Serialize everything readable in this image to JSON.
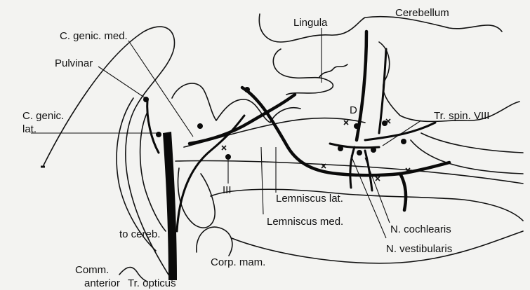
{
  "labels": {
    "cerebellum": "Cerebellum",
    "lingula": "Lingula",
    "c_genic_med": "C. genic. med.",
    "pulvinar": "Pulvinar",
    "c_genic_lat_1": "C. genic.",
    "c_genic_lat_2": "lat.",
    "d": "D",
    "tr_spin_viii": "Tr. spin. VIII",
    "iii": "III",
    "lemniscus_lat": "Lemniscus lat.",
    "lemniscus_med": "Lemniscus med.",
    "n_cochlearis": "N. cochlearis",
    "n_vestibularis": "N. vestibularis",
    "to_cereb": "to cereb.",
    "corp_mam": "Corp. mam.",
    "comm_1": "Comm.",
    "comm_2": "anterior",
    "tr_opticus": "Tr. opticus"
  }
}
